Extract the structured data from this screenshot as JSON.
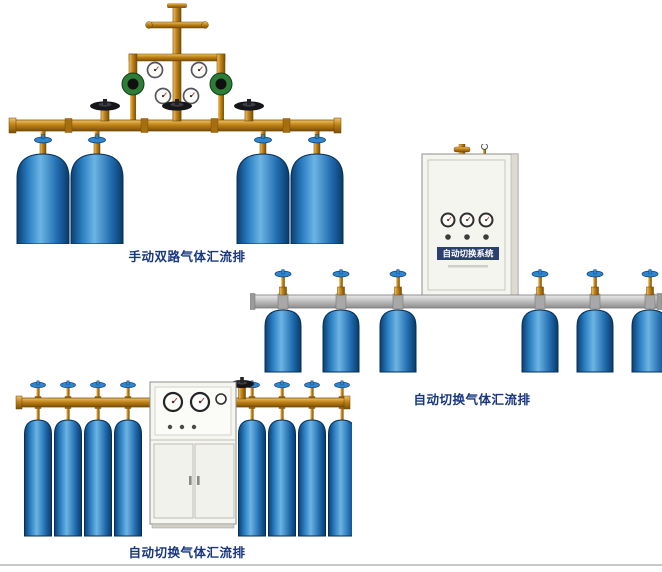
{
  "page": {
    "background": "#ffffff",
    "bottom_rule_color": "#c9c9c9"
  },
  "products": [
    {
      "id": "manual-dual-manifold",
      "caption": "手动双路气体汇流排",
      "cylinder_count": 4
    },
    {
      "id": "auto-switch-manifold-wall-cabinet",
      "caption": "自动切换气体汇流排",
      "cabinet_label": "自动切换系统",
      "cylinder_count": 6
    },
    {
      "id": "auto-switch-manifold-floor-cabinet",
      "caption": "自动切换气体汇流排",
      "cylinder_count": 8
    }
  ],
  "colors": {
    "caption_text": "#18367e",
    "brass_pipe": "#c08218",
    "cylinder_blue": "#2b7fc2",
    "handwheel_blue": "#2f86cc",
    "regulator_green": "#2e7d36",
    "cabinet_body": "#f5f5ef",
    "rail_silver": "#bcbcbc",
    "valve_black": "#15161a",
    "cabinet_label_plate": "#2b4070"
  }
}
